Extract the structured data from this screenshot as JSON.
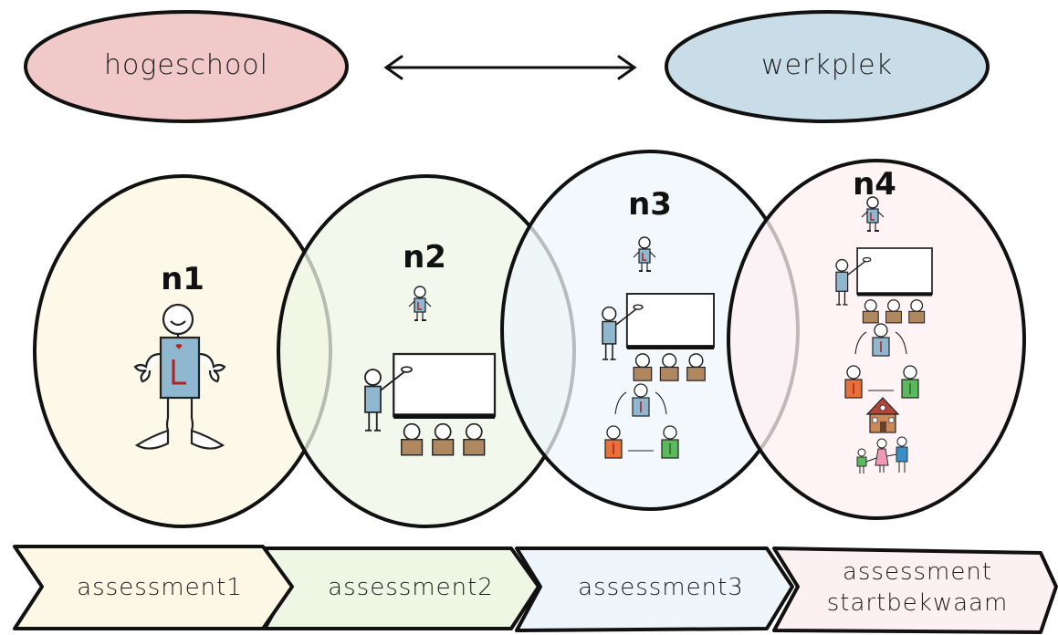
{
  "top": {
    "left_label": "hogeschool",
    "right_label": "werkplek",
    "left_color": "#f2c9c9",
    "right_color": "#c9dde8"
  },
  "levels": [
    {
      "label": "n1",
      "fill": "#fdf8e6"
    },
    {
      "label": "n2",
      "fill": "#eef6e4"
    },
    {
      "label": "n3",
      "fill": "#eef5fb"
    },
    {
      "label": "n4",
      "fill": "#fdf0f3"
    }
  ],
  "assessments": [
    {
      "line1": "assessment1",
      "line2": "",
      "fill": "#fdf8e6"
    },
    {
      "line1": "assessment2",
      "line2": "",
      "fill": "#eef6e4"
    },
    {
      "line1": "assessment3",
      "line2": "",
      "fill": "#eef5fb"
    },
    {
      "line1": "assessment",
      "line2": "startbekwaam",
      "fill": "#fdf0f3"
    }
  ],
  "icons": [
    "teacher-figure-icon",
    "classroom-icon",
    "group-discussion-icon",
    "school-building-icon",
    "family-icon"
  ],
  "colors": {
    "shirt_blue": "#8fb8d0",
    "shirt_orange": "#e8703a",
    "shirt_green": "#5cb85c",
    "shirt_pink": "#f09ab8",
    "desk_brown": "#b08860",
    "school_red": "#b0463a"
  }
}
